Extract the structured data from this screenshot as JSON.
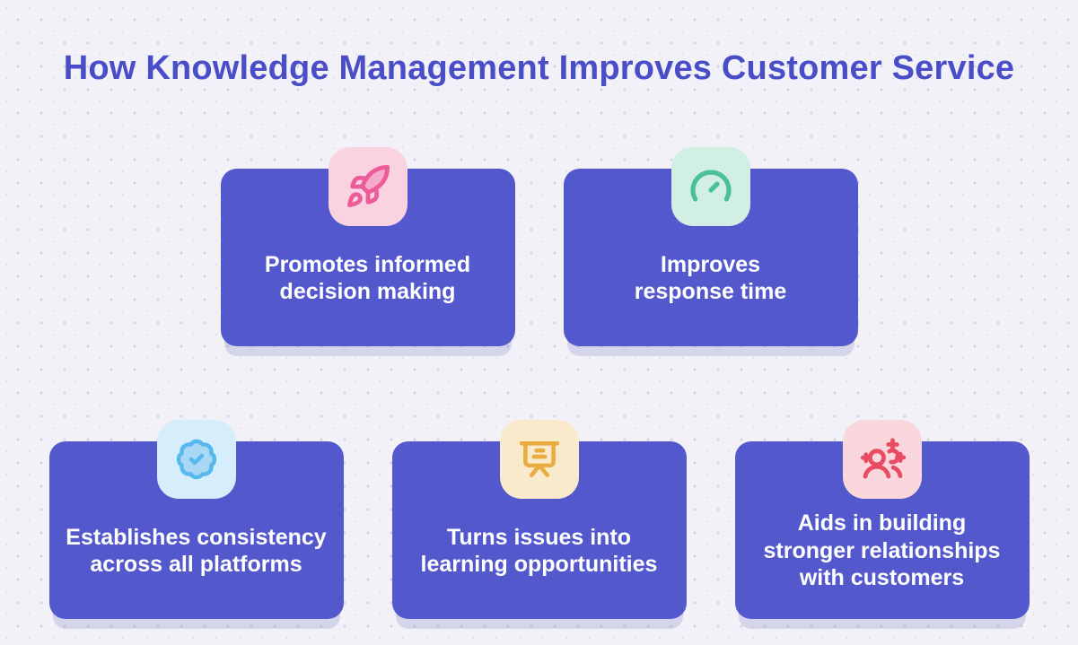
{
  "page": {
    "title": "How Knowledge Management Improves Customer Service"
  },
  "theme": {
    "background": "#F1F1F7",
    "dot_color": "#D4D4E6",
    "title_color": "#4A4DC8",
    "card_background": "#5359CC",
    "card_text_color": "#FFFFFF"
  },
  "cards": [
    {
      "label": "Promotes informed decision making",
      "lines": [
        "Promotes informed",
        "decision making"
      ],
      "icon": "rocket-icon",
      "icon_bg": "#FAD3E1",
      "icon_color": "#EC5C99",
      "icon_fill": "#F6ABCB"
    },
    {
      "label": "Improves response time",
      "lines": [
        "Improves",
        "response time"
      ],
      "icon": "gauge-icon",
      "icon_bg": "#D2EFE4",
      "icon_color": "#4ABF9B"
    },
    {
      "label": "Establishes consistency across all platforms",
      "lines": [
        "Establishes consistency",
        "across all platforms"
      ],
      "icon": "verified-badge-icon",
      "icon_bg": "#D6EEFB",
      "icon_color": "#56B8ED",
      "icon_fill": "#A9D8F4"
    },
    {
      "label": "Turns issues into learning opportunities",
      "lines": [
        "Turns issues into",
        "learning opportunities"
      ],
      "icon": "presentation-board-icon",
      "icon_bg": "#FAEACC",
      "icon_color": "#E9AD3F"
    },
    {
      "label": "Aids in building stronger relationships with customers",
      "lines": [
        "Aids in building",
        "stronger relationships",
        "with customers"
      ],
      "icon": "team-sparkle-icon",
      "icon_bg": "#FAD6DD",
      "icon_color": "#E84C63"
    }
  ]
}
